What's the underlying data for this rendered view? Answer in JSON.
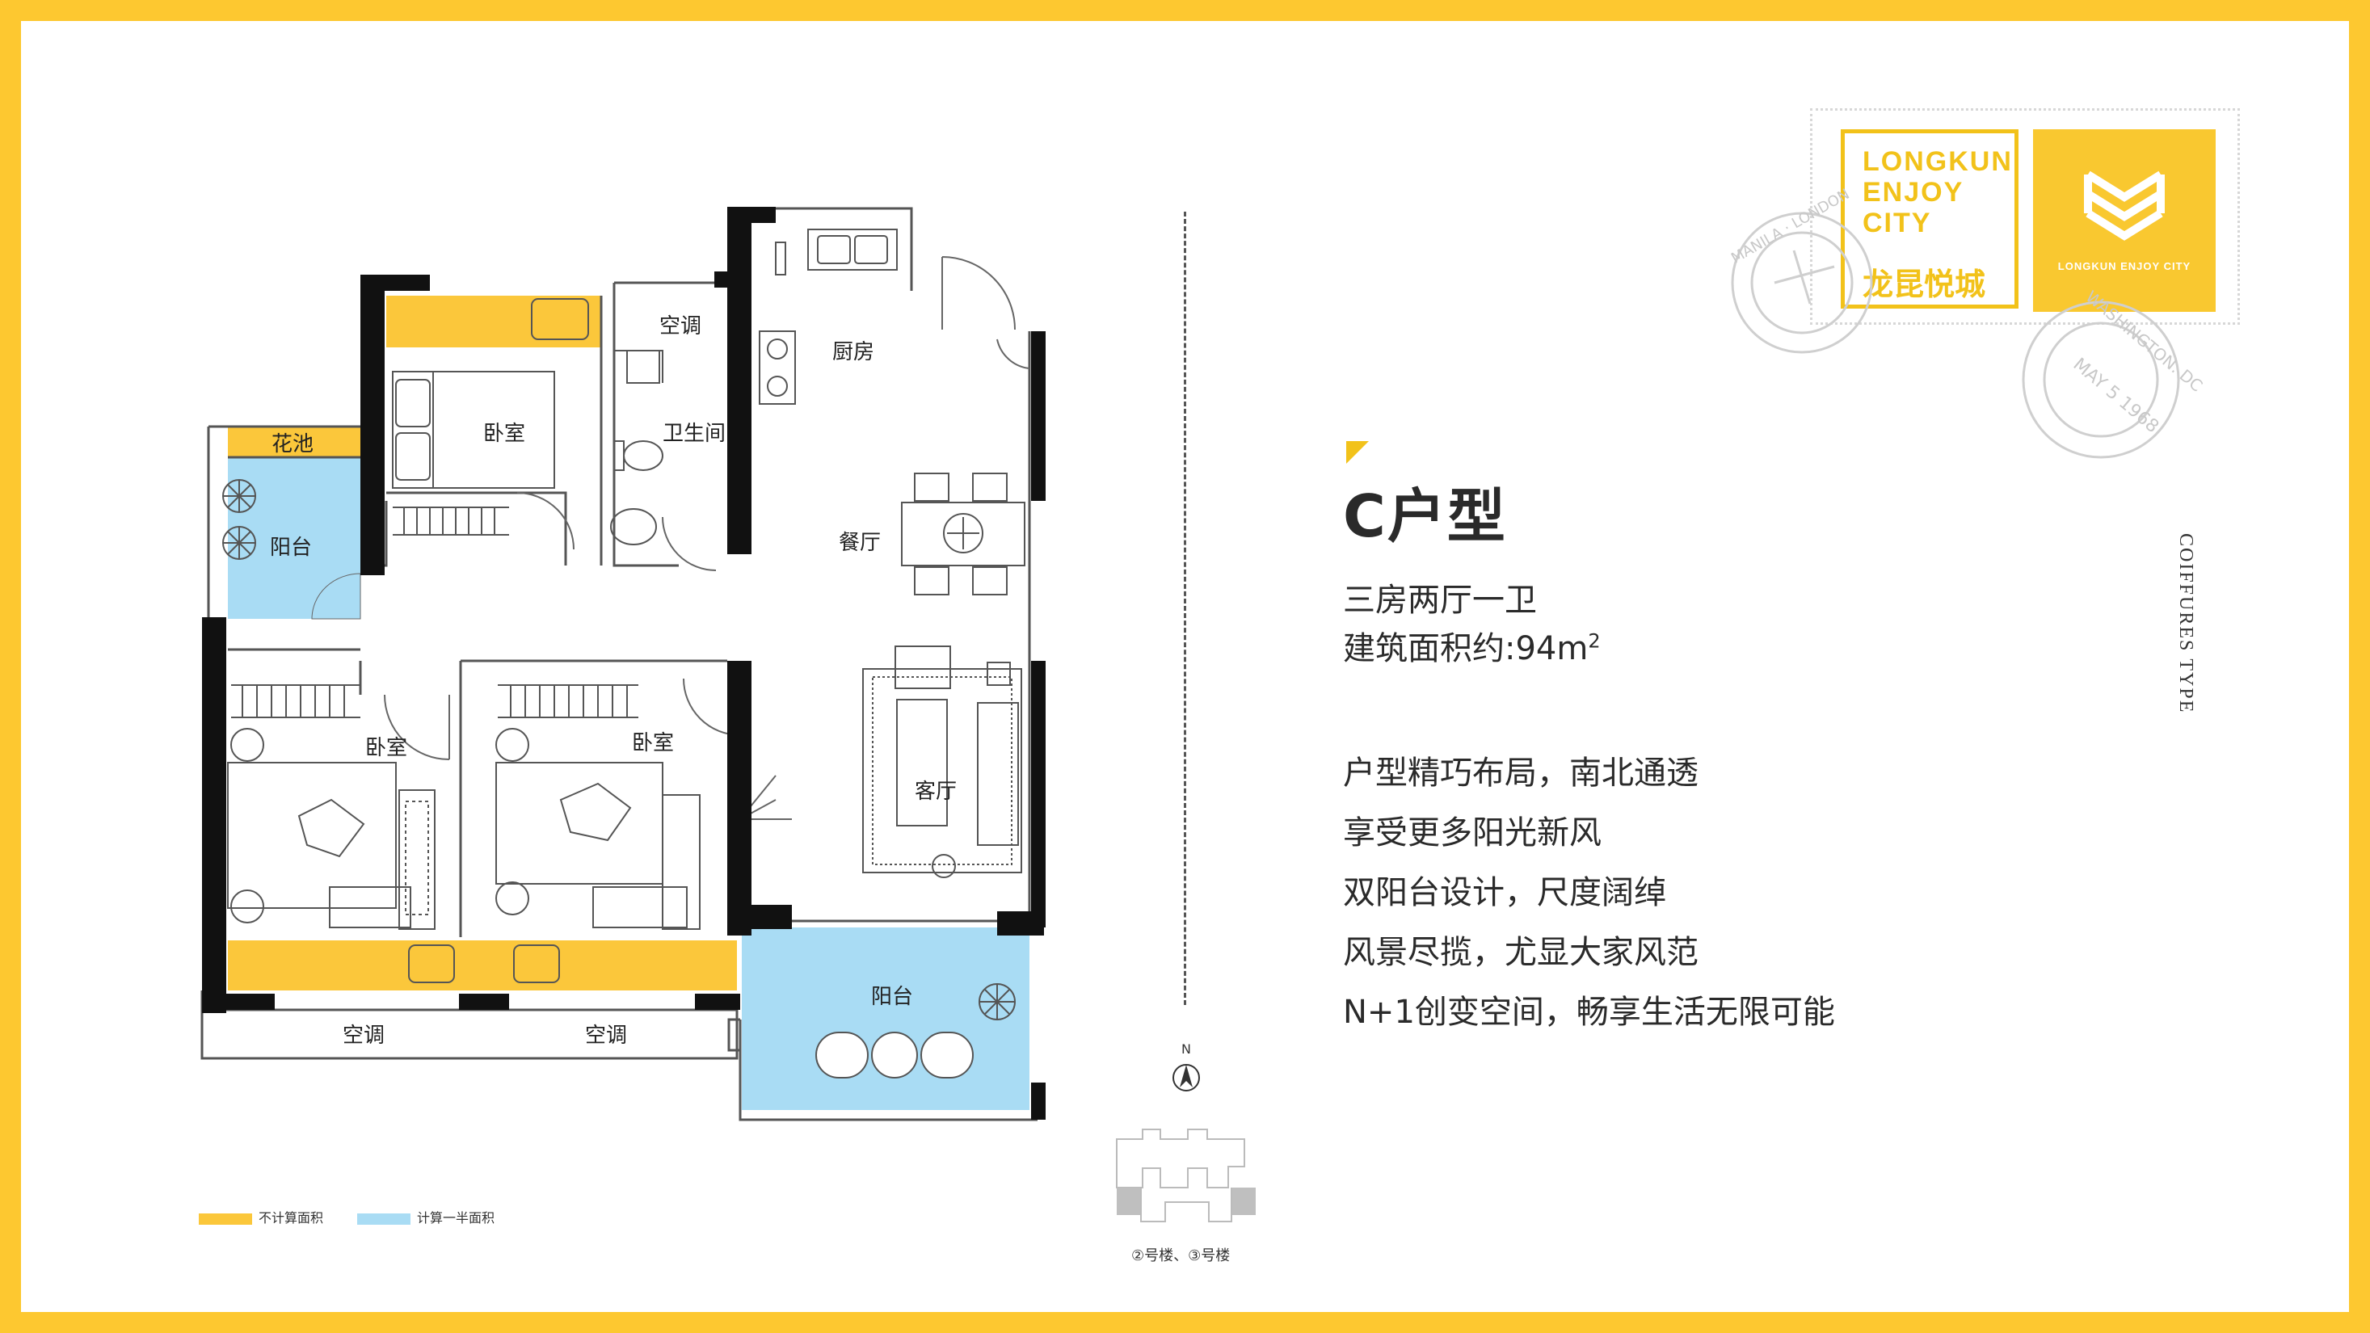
{
  "brand": {
    "name_en": "LONGKUN\nENJOY\nCITY",
    "name_cn": "龙昆悦城",
    "small_label": "LONGKUN ENJOY CITY",
    "postmark_manila": "MANILA · LONDON",
    "postmark_washington": "WASHINGTON. DC",
    "postmark_date": "MAY 5 1968"
  },
  "side_text": {
    "line1": "COIFFURES",
    "line2": "TYPE"
  },
  "unit": {
    "title": "C户型",
    "layout": "三房两厅一卫",
    "area_label": "建筑面积约:94m",
    "area_sup": "2"
  },
  "features": [
    "户型精巧布局，南北通透",
    "享受更多阳光新风",
    "双阳台设计，尺度阔绰",
    "风景尽揽，尤显大家风范",
    "N+1创变空间，畅享生活无限可能"
  ],
  "rooms": {
    "flower_bed": "花池",
    "balcony_west": "阳台",
    "bedroom_north": "卧室",
    "ac_north": "空调",
    "bathroom": "卫生间",
    "kitchen": "厨房",
    "dining": "餐厅",
    "living": "客厅",
    "bedroom_sw": "卧室",
    "bedroom_s": "卧室",
    "balcony_south": "阳台",
    "ac_south_1": "空调",
    "ac_south_2": "空调"
  },
  "legend": [
    {
      "label": "不计算面积",
      "color": "#fbc73b"
    },
    {
      "label": "计算一半面积",
      "color": "#a9dcf4"
    }
  ],
  "compass": {
    "label": "N"
  },
  "building_label": "②号楼、③号楼",
  "colors": {
    "frame": "#fdc830",
    "accent": "#f2c21a",
    "balcony_blue": "#a9dcf4",
    "non_area_yellow": "#fbc73b",
    "wall": "#111111"
  }
}
